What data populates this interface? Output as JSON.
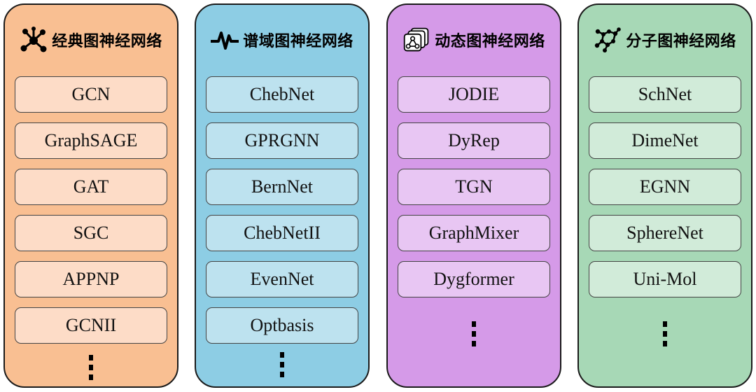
{
  "panels": [
    {
      "title": "经典图神经网络",
      "icon": "network-graph-icon",
      "items": [
        "GCN",
        "GraphSAGE",
        "GAT",
        "SGC",
        "APPNP",
        "GCNII"
      ],
      "more": "⋮"
    },
    {
      "title": "谱域图神经网络",
      "icon": "waveform-icon",
      "items": [
        "ChebNet",
        "GPRGNN",
        "BernNet",
        "ChebNetII",
        "EvenNet",
        "Optbasis"
      ],
      "more": "⋮"
    },
    {
      "title": "动态图神经网络",
      "icon": "stacked-graph-frames-icon",
      "items": [
        "JODIE",
        "DyRep",
        "TGN",
        "GraphMixer",
        "Dygformer"
      ],
      "more": "⋮"
    },
    {
      "title": "分子图神经网络",
      "icon": "molecule-icon",
      "items": [
        "SchNet",
        "DimeNet",
        "EGNN",
        "SphereNet",
        "Uni-Mol"
      ],
      "more": "⋮"
    }
  ],
  "colors": {
    "panel_1": "#f9bf92",
    "panel_2": "#8dcde4",
    "panel_3": "#d59ae8",
    "panel_4": "#a7d8b6"
  }
}
